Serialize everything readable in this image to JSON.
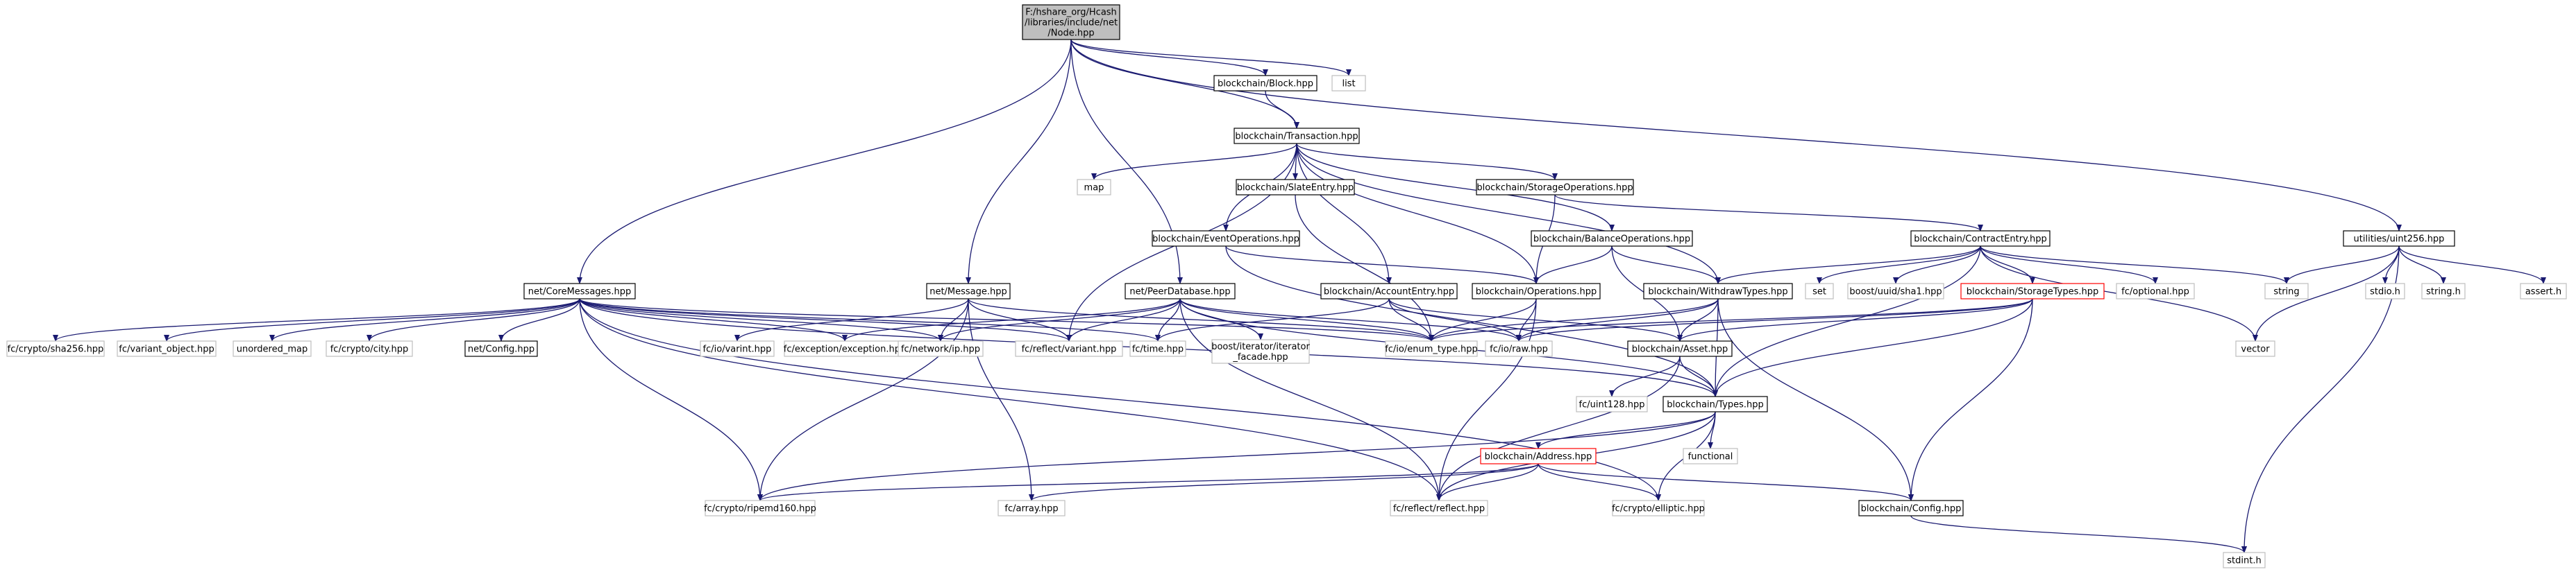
{
  "colors": {
    "edge": "#191970",
    "node_border_documented": "#000000",
    "node_border_external": "#bfbfbf",
    "node_border_incomplete": "#ff0000",
    "root_fill": "#bfbfbf"
  },
  "nodes": [
    {
      "id": "root",
      "label": [
        "F:/hshare_org/Hcash",
        "/libraries/include/net",
        "/Node.hpp"
      ],
      "style": "root"
    },
    {
      "id": "block",
      "label": [
        "blockchain/Block.hpp"
      ],
      "style": "normal"
    },
    {
      "id": "list",
      "label": [
        "list"
      ],
      "style": "external"
    },
    {
      "id": "transaction",
      "label": [
        "blockchain/Transaction.hpp"
      ],
      "style": "normal"
    },
    {
      "id": "map",
      "label": [
        "map"
      ],
      "style": "external"
    },
    {
      "id": "slate",
      "label": [
        "blockchain/SlateEntry.hpp"
      ],
      "style": "normal"
    },
    {
      "id": "storageops",
      "label": [
        "blockchain/StorageOperations.hpp"
      ],
      "style": "normal"
    },
    {
      "id": "uint256",
      "label": [
        "utilities/uint256.hpp"
      ],
      "style": "normal"
    },
    {
      "id": "contractentry",
      "label": [
        "blockchain/ContractEntry.hpp"
      ],
      "style": "normal"
    },
    {
      "id": "eventops",
      "label": [
        "blockchain/EventOperations.hpp"
      ],
      "style": "normal"
    },
    {
      "id": "balanceops",
      "label": [
        "blockchain/BalanceOperations.hpp"
      ],
      "style": "normal"
    },
    {
      "id": "coremsg",
      "label": [
        "net/CoreMessages.hpp"
      ],
      "style": "normal"
    },
    {
      "id": "message",
      "label": [
        "net/Message.hpp"
      ],
      "style": "normal"
    },
    {
      "id": "peerdb",
      "label": [
        "net/PeerDatabase.hpp"
      ],
      "style": "normal"
    },
    {
      "id": "accountentry",
      "label": [
        "blockchain/AccountEntry.hpp"
      ],
      "style": "normal"
    },
    {
      "id": "operations",
      "label": [
        "blockchain/Operations.hpp"
      ],
      "style": "normal"
    },
    {
      "id": "withdrawtypes",
      "label": [
        "blockchain/WithdrawTypes.hpp"
      ],
      "style": "normal"
    },
    {
      "id": "set",
      "label": [
        "set"
      ],
      "style": "external"
    },
    {
      "id": "sha1",
      "label": [
        "boost/uuid/sha1.hpp"
      ],
      "style": "external"
    },
    {
      "id": "storagetypes",
      "label": [
        "blockchain/StorageTypes.hpp"
      ],
      "style": "incomplete"
    },
    {
      "id": "optional",
      "label": [
        "fc/optional.hpp"
      ],
      "style": "external"
    },
    {
      "id": "string",
      "label": [
        "string"
      ],
      "style": "external"
    },
    {
      "id": "stdio",
      "label": [
        "stdio.h"
      ],
      "style": "external"
    },
    {
      "id": "stringh",
      "label": [
        "string.h"
      ],
      "style": "external"
    },
    {
      "id": "assert",
      "label": [
        "assert.h"
      ],
      "style": "external"
    },
    {
      "id": "sha256",
      "label": [
        "fc/crypto/sha256.hpp"
      ],
      "style": "external"
    },
    {
      "id": "variantobj",
      "label": [
        "fc/variant_object.hpp"
      ],
      "style": "external"
    },
    {
      "id": "unorderedmap",
      "label": [
        "unordered_map"
      ],
      "style": "external"
    },
    {
      "id": "city",
      "label": [
        "fc/crypto/city.hpp"
      ],
      "style": "external"
    },
    {
      "id": "netconfig",
      "label": [
        "net/Config.hpp"
      ],
      "style": "normal"
    },
    {
      "id": "varint",
      "label": [
        "fc/io/varint.hpp"
      ],
      "style": "external"
    },
    {
      "id": "exception",
      "label": [
        "fc/exception/exception.hpp"
      ],
      "style": "external"
    },
    {
      "id": "ip",
      "label": [
        "fc/network/ip.hpp"
      ],
      "style": "external"
    },
    {
      "id": "reflectvariant",
      "label": [
        "fc/reflect/variant.hpp"
      ],
      "style": "external"
    },
    {
      "id": "timehpp",
      "label": [
        "fc/time.hpp"
      ],
      "style": "external"
    },
    {
      "id": "iterfacade",
      "label": [
        "boost/iterator/iterator",
        "_facade.hpp"
      ],
      "style": "external"
    },
    {
      "id": "enumtype",
      "label": [
        "fc/io/enum_type.hpp"
      ],
      "style": "external"
    },
    {
      "id": "raw",
      "label": [
        "fc/io/raw.hpp"
      ],
      "style": "external"
    },
    {
      "id": "asset",
      "label": [
        "blockchain/Asset.hpp"
      ],
      "style": "normal"
    },
    {
      "id": "vector",
      "label": [
        "vector"
      ],
      "style": "external"
    },
    {
      "id": "uint128",
      "label": [
        "fc/uint128.hpp"
      ],
      "style": "external"
    },
    {
      "id": "types",
      "label": [
        "blockchain/Types.hpp"
      ],
      "style": "normal"
    },
    {
      "id": "functional",
      "label": [
        "functional"
      ],
      "style": "external"
    },
    {
      "id": "address",
      "label": [
        "blockchain/Address.hpp"
      ],
      "style": "incomplete"
    },
    {
      "id": "ripemd",
      "label": [
        "fc/crypto/ripemd160.hpp"
      ],
      "style": "external"
    },
    {
      "id": "array",
      "label": [
        "fc/array.hpp"
      ],
      "style": "external"
    },
    {
      "id": "reflect",
      "label": [
        "fc/reflect/reflect.hpp"
      ],
      "style": "external"
    },
    {
      "id": "elliptic",
      "label": [
        "fc/crypto/elliptic.hpp"
      ],
      "style": "external"
    },
    {
      "id": "bcconfig",
      "label": [
        "blockchain/Config.hpp"
      ],
      "style": "normal"
    },
    {
      "id": "stdint",
      "label": [
        "stdint.h"
      ],
      "style": "external"
    }
  ],
  "edges": [
    [
      "root",
      "block"
    ],
    [
      "root",
      "list"
    ],
    [
      "root",
      "transaction"
    ],
    [
      "root",
      "coremsg"
    ],
    [
      "root",
      "message"
    ],
    [
      "root",
      "peerdb"
    ],
    [
      "root",
      "uint256"
    ],
    [
      "block",
      "transaction"
    ],
    [
      "transaction",
      "map"
    ],
    [
      "transaction",
      "slate"
    ],
    [
      "transaction",
      "storageops"
    ],
    [
      "transaction",
      "eventops"
    ],
    [
      "transaction",
      "balanceops"
    ],
    [
      "transaction",
      "accountentry"
    ],
    [
      "transaction",
      "operations"
    ],
    [
      "transaction",
      "withdrawtypes"
    ],
    [
      "transaction",
      "reflectvariant"
    ],
    [
      "storageops",
      "operations"
    ],
    [
      "storageops",
      "contractentry"
    ],
    [
      "slate",
      "enumtype"
    ],
    [
      "eventops",
      "operations"
    ],
    [
      "eventops",
      "types"
    ],
    [
      "balanceops",
      "operations"
    ],
    [
      "balanceops",
      "withdrawtypes"
    ],
    [
      "balanceops",
      "asset"
    ],
    [
      "contractentry",
      "withdrawtypes"
    ],
    [
      "contractentry",
      "set"
    ],
    [
      "contractentry",
      "sha1"
    ],
    [
      "contractentry",
      "storagetypes"
    ],
    [
      "contractentry",
      "optional"
    ],
    [
      "contractentry",
      "string"
    ],
    [
      "contractentry",
      "vector"
    ],
    [
      "contractentry",
      "types"
    ],
    [
      "uint256",
      "string"
    ],
    [
      "uint256",
      "stdio"
    ],
    [
      "uint256",
      "stringh"
    ],
    [
      "uint256",
      "assert"
    ],
    [
      "uint256",
      "vector"
    ],
    [
      "uint256",
      "stdint"
    ],
    [
      "coremsg",
      "sha256"
    ],
    [
      "coremsg",
      "variantobj"
    ],
    [
      "coremsg",
      "unorderedmap"
    ],
    [
      "coremsg",
      "city"
    ],
    [
      "coremsg",
      "netconfig"
    ],
    [
      "coremsg",
      "exception"
    ],
    [
      "coremsg",
      "ip"
    ],
    [
      "coremsg",
      "timehpp"
    ],
    [
      "coremsg",
      "reflectvariant"
    ],
    [
      "coremsg",
      "enumtype"
    ],
    [
      "coremsg",
      "ripemd"
    ],
    [
      "coremsg",
      "reflect"
    ],
    [
      "coremsg",
      "elliptic"
    ],
    [
      "coremsg",
      "types"
    ],
    [
      "message",
      "varint"
    ],
    [
      "message",
      "ip"
    ],
    [
      "message",
      "reflectvariant"
    ],
    [
      "message",
      "enumtype"
    ],
    [
      "message",
      "ripemd"
    ],
    [
      "message",
      "array"
    ],
    [
      "peerdb",
      "exception"
    ],
    [
      "peerdb",
      "ip"
    ],
    [
      "peerdb",
      "reflectvariant"
    ],
    [
      "peerdb",
      "timehpp"
    ],
    [
      "peerdb",
      "iterfacade"
    ],
    [
      "peerdb",
      "enumtype"
    ],
    [
      "peerdb",
      "raw"
    ],
    [
      "peerdb",
      "reflect"
    ],
    [
      "peerdb",
      "types"
    ],
    [
      "accountentry",
      "timehpp"
    ],
    [
      "accountentry",
      "enumtype"
    ],
    [
      "accountentry",
      "raw"
    ],
    [
      "accountentry",
      "asset"
    ],
    [
      "operations",
      "enumtype"
    ],
    [
      "operations",
      "raw"
    ],
    [
      "operations",
      "reflect"
    ],
    [
      "withdrawtypes",
      "enumtype"
    ],
    [
      "withdrawtypes",
      "raw"
    ],
    [
      "withdrawtypes",
      "asset"
    ],
    [
      "withdrawtypes",
      "types"
    ],
    [
      "withdrawtypes",
      "bcconfig"
    ],
    [
      "storagetypes",
      "enumtype"
    ],
    [
      "storagetypes",
      "raw"
    ],
    [
      "storagetypes",
      "asset"
    ],
    [
      "storagetypes",
      "types"
    ],
    [
      "storagetypes",
      "bcconfig"
    ],
    [
      "asset",
      "uint128"
    ],
    [
      "asset",
      "types"
    ],
    [
      "asset",
      "reflect"
    ],
    [
      "types",
      "functional"
    ],
    [
      "types",
      "address"
    ],
    [
      "types",
      "ripemd"
    ],
    [
      "types",
      "reflect"
    ],
    [
      "types",
      "elliptic"
    ],
    [
      "address",
      "ripemd"
    ],
    [
      "address",
      "array"
    ],
    [
      "address",
      "reflect"
    ],
    [
      "address",
      "elliptic"
    ],
    [
      "address",
      "bcconfig"
    ],
    [
      "bcconfig",
      "stdint"
    ]
  ]
}
